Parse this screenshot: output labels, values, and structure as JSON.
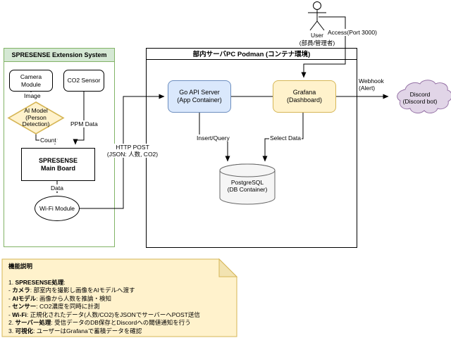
{
  "diagram": {
    "extension_system": {
      "title": "SPRESENSE Extension System",
      "camera": "Camera\nModule",
      "co2_sensor": "CO2 Sensor",
      "ai_model": "AI Model\n(Person\nDetection)",
      "main_board": "SPRESENSE\nMain Board",
      "wifi_module": "Wi-Fi Module",
      "labels": {
        "image": "Image",
        "count": "Count",
        "ppm_data": "PPM Data",
        "data": "Data"
      }
    },
    "server": {
      "title": "部内サーバPC Podman (コンテナ環境)",
      "go_api": "Go API Server\n(App Container)",
      "grafana": "Grafana\n(Dashboard)",
      "postgres": "PostgreSQL\n(DB Container)",
      "labels": {
        "insert_query": "Insert/Query",
        "select_data": "Select Data"
      }
    },
    "user": {
      "label": "User\n(部員/管理者)"
    },
    "discord": {
      "label": "Discord\n(Discord bot)"
    },
    "edge_labels": {
      "http_post": "HTTP POST\n(JSON: 人数, CO2)",
      "access": "Access(Port 3000)",
      "webhook": "Webhook\n(Alert)"
    },
    "colors": {
      "green_fill": "#d5e8d4",
      "green_border": "#82b366",
      "yellow_fill": "#fff2cc",
      "yellow_border": "#d6b656",
      "blue_fill": "#dae8fc",
      "blue_border": "#6c8ebf",
      "purple_fill": "#e1d5e7",
      "purple_border": "#9673a6",
      "gray_fill": "#f5f5f5",
      "gray_border": "#666666"
    }
  },
  "note": {
    "title": "機能説明",
    "lines": [
      {
        "prefix": "1. ",
        "bold": "SPRESENSE処理",
        "rest": ":"
      },
      {
        "prefix": " - ",
        "bold": "カメラ",
        "rest": ": 部室内を撮影し画像をAIモデルへ渡す"
      },
      {
        "prefix": " - ",
        "bold": "AIモデル",
        "rest": ": 画像から人数を推論・検知"
      },
      {
        "prefix": " - ",
        "bold": "センサー",
        "rest": ": CO2濃度を同時に計測"
      },
      {
        "prefix": " - ",
        "bold": "Wi-Fi",
        "rest": ": 正規化されたデータ(人数/CO2)をJSONでサーバーへPOST送信"
      },
      {
        "prefix": "2. ",
        "bold": "サーバー処理",
        "rest": ": 受信データのDB保存とDiscordへの閾値通知を行う"
      },
      {
        "prefix": "3. ",
        "bold": "可視化",
        "rest": ": ユーザーはGrafanaで蓄積データを確認"
      }
    ]
  }
}
